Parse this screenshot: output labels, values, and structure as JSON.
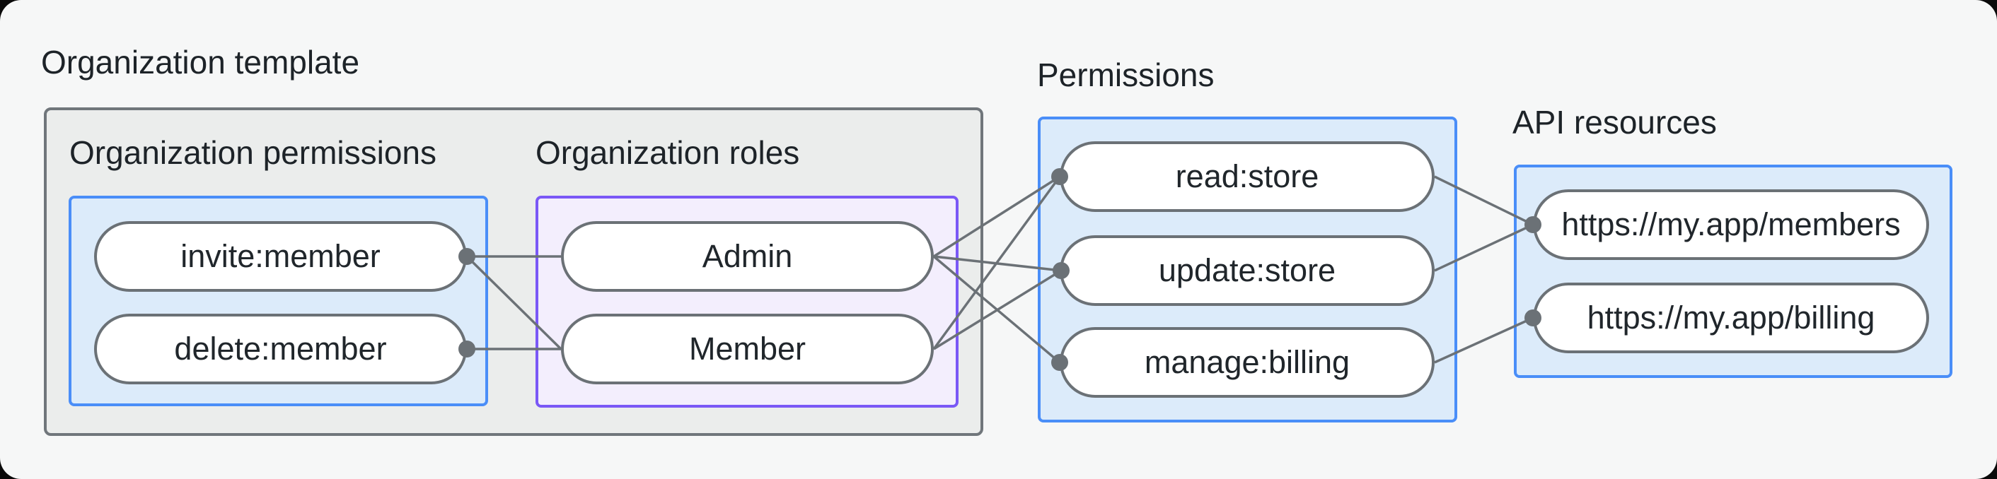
{
  "title": "Organization template",
  "groups": {
    "org_permissions": {
      "label": "Organization permissions",
      "nodes": [
        "invite:member",
        "delete:member"
      ]
    },
    "org_roles": {
      "label": "Organization roles",
      "nodes": [
        "Admin",
        "Member"
      ]
    },
    "permissions": {
      "label": "Permissions",
      "nodes": [
        "read:store",
        "update:store",
        "manage:billing"
      ]
    },
    "api_resources": {
      "label": "API resources",
      "nodes": [
        "https://my.app/members",
        "https://my.app/billing"
      ]
    }
  },
  "connections": [
    {
      "from": "invite:member",
      "to": "Admin"
    },
    {
      "from": "invite:member",
      "to": "Member"
    },
    {
      "from": "delete:member",
      "to": "Member"
    },
    {
      "from": "Admin",
      "to": "read:store"
    },
    {
      "from": "Admin",
      "to": "update:store"
    },
    {
      "from": "Admin",
      "to": "manage:billing"
    },
    {
      "from": "Member",
      "to": "read:store"
    },
    {
      "from": "Member",
      "to": "update:store"
    },
    {
      "from": "read:store",
      "to": "https://my.app/members"
    },
    {
      "from": "update:store",
      "to": "https://my.app/members"
    },
    {
      "from": "manage:billing",
      "to": "https://my.app/billing"
    }
  ],
  "colors": {
    "page_background": "#f6f7f7",
    "outer_box_fill": "#ebedec",
    "outer_box_border": "#70767b",
    "blue_box_fill": "#dcebfa",
    "blue_box_border": "#4a8ef8",
    "purple_box_fill": "#f3eefd",
    "purple_box_border": "#7a58f6",
    "pill_border": "#6b7176",
    "connector": "#6b7176",
    "text": "#1d2328"
  }
}
